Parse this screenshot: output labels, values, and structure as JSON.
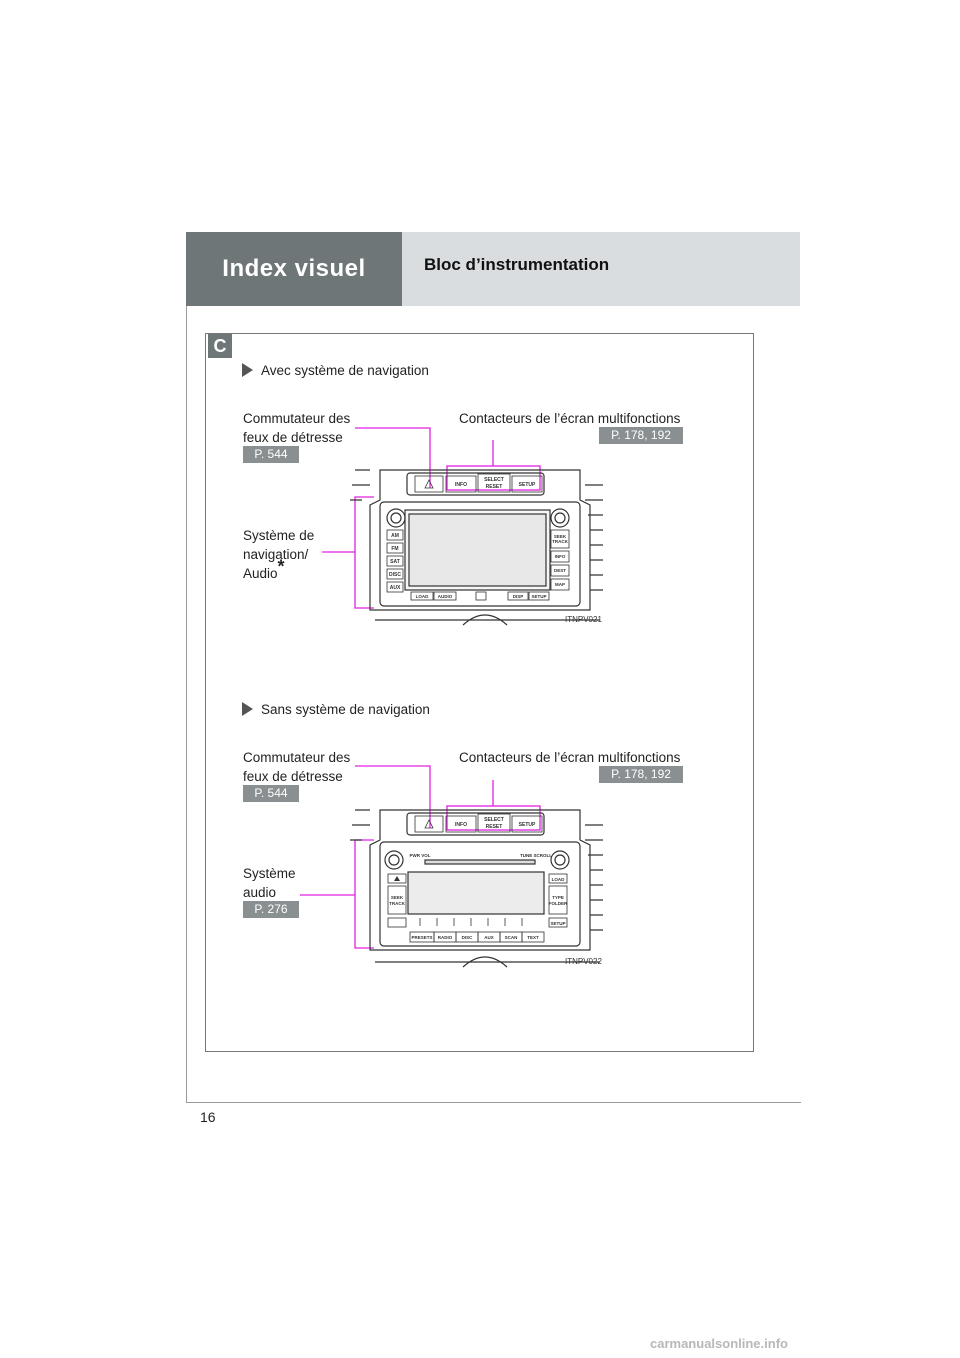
{
  "header": {
    "title": "Index visuel",
    "subtitle": "Bloc d’instrumentation"
  },
  "section_badge": "C",
  "variant_nav": {
    "heading": "Avec système de navigation",
    "hazard_label_line1": "Commutateur des",
    "hazard_label_line2": "feux de détresse",
    "hazard_ref": "P. 544",
    "multi_label": "Contacteurs de l’écran multifonctions",
    "multi_ref": "P. 178, 192",
    "system_label_line1": "Système de",
    "system_label_line2": "navigation/",
    "system_label_line3": "Audio",
    "system_asterisk": "*",
    "image_code": "ITNPV021",
    "buttons": {
      "info": "INFO",
      "select": "SELECT",
      "reset": "RESET",
      "setup": "SETUP",
      "am": "AM",
      "fm": "FM",
      "sat": "SAT",
      "disc": "DISC",
      "aux": "AUX",
      "seek": "SEEK",
      "track": "TRACK",
      "info_r": "INFO",
      "dest": "DEST",
      "map": "MAP",
      "load": "LOAD",
      "audio": "AUDIO",
      "disp": "DISP",
      "setup_b": "SETUP"
    }
  },
  "variant_audio": {
    "heading": "Sans système de navigation",
    "hazard_label_line1": "Commutateur des",
    "hazard_label_line2": "feux de détresse",
    "hazard_ref": "P. 544",
    "multi_label": "Contacteurs de l’écran multifonctions",
    "multi_ref": "P. 178, 192",
    "system_label_line1": "Système",
    "system_label_line2": "audio",
    "system_ref": "P. 276",
    "image_code": "ITNPV022",
    "buttons": {
      "info": "INFO",
      "select": "SELECT",
      "reset": "RESET",
      "setup": "SETUP",
      "pwr_vol": "PWR VOL",
      "tune_scroll": "TUNE SCROLL",
      "load": "LOAD",
      "seek": "SEEK",
      "track": "TRACK",
      "type": "TYPE",
      "folder": "FOLDER",
      "setup_b": "SETUP",
      "presets": "PRESETS",
      "radio": "RADIO",
      "disc": "DISC",
      "aux": "AUX",
      "scan": "SCAN",
      "text": "TEXT"
    }
  },
  "page_number": "16",
  "watermark": "carmanualsonline.info",
  "colors": {
    "header_dark": "#6f7678",
    "header_light": "#d9dddf",
    "ref_badge": "#8a8f92",
    "callout": "#e020e0"
  }
}
